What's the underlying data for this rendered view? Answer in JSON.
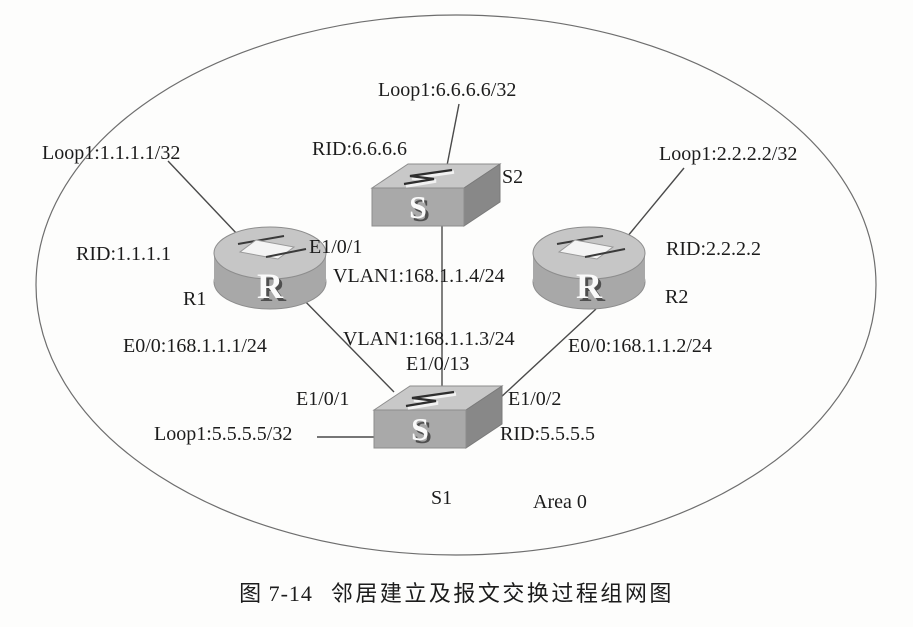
{
  "figure": {
    "number": "图 7-14",
    "title": "邻居建立及报文交换过程组网图",
    "area_label": "Area 0"
  },
  "palette": {
    "background": "#fdfdfc",
    "text": "#1c1c1c",
    "line": "#4a4a4a",
    "ellipse_stroke": "#6e6e6e",
    "device_top": "#c6c6c6",
    "device_front": "#a8a8a8",
    "device_side": "#878787"
  },
  "devices": {
    "r1": {
      "name": "R1",
      "type": "router",
      "letter": "R",
      "rid": "RID:1.1.1.1",
      "loopback": "Loop1:1.1.1.1/32",
      "interface_e00": "E0/0:168.1.1.1/24"
    },
    "r2": {
      "name": "R2",
      "type": "router",
      "letter": "R",
      "rid": "RID:2.2.2.2",
      "loopback": "Loop1:2.2.2.2/32",
      "interface_e00": "E0/0:168.1.1.2/24"
    },
    "s2": {
      "name": "S2",
      "type": "switch",
      "letter": "S",
      "rid": "RID:6.6.6.6",
      "loopback": "Loop1:6.6.6.6/32",
      "vlan1": "VLAN1:168.1.1.4/24",
      "port_to_s1": "E1/0/1"
    },
    "s1": {
      "name": "S1",
      "type": "switch",
      "letter": "S",
      "rid": "RID:5.5.5.5",
      "loopback": "Loop1:5.5.5.5/32",
      "vlan1": "VLAN1:168.1.1.3/24",
      "port_to_r1": "E1/0/1",
      "port_to_r2": "E1/0/2",
      "port_to_s2": "E1/0/13"
    }
  }
}
